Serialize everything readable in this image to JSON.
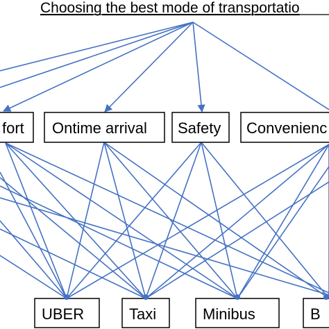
{
  "title": "Choosing the best mode of transportatio",
  "criteria": [
    {
      "label": "fort"
    },
    {
      "label": "Ontime arrival"
    },
    {
      "label": "Safety"
    },
    {
      "label": "Convenienc"
    }
  ],
  "alternatives": [
    {
      "label": "UBER"
    },
    {
      "label": "Taxi"
    },
    {
      "label": "Minibus"
    },
    {
      "label": "B"
    }
  ],
  "colors": {
    "edge": "#4472c4",
    "box_border": "#000000",
    "text": "#000000",
    "background": "#ffffff"
  }
}
